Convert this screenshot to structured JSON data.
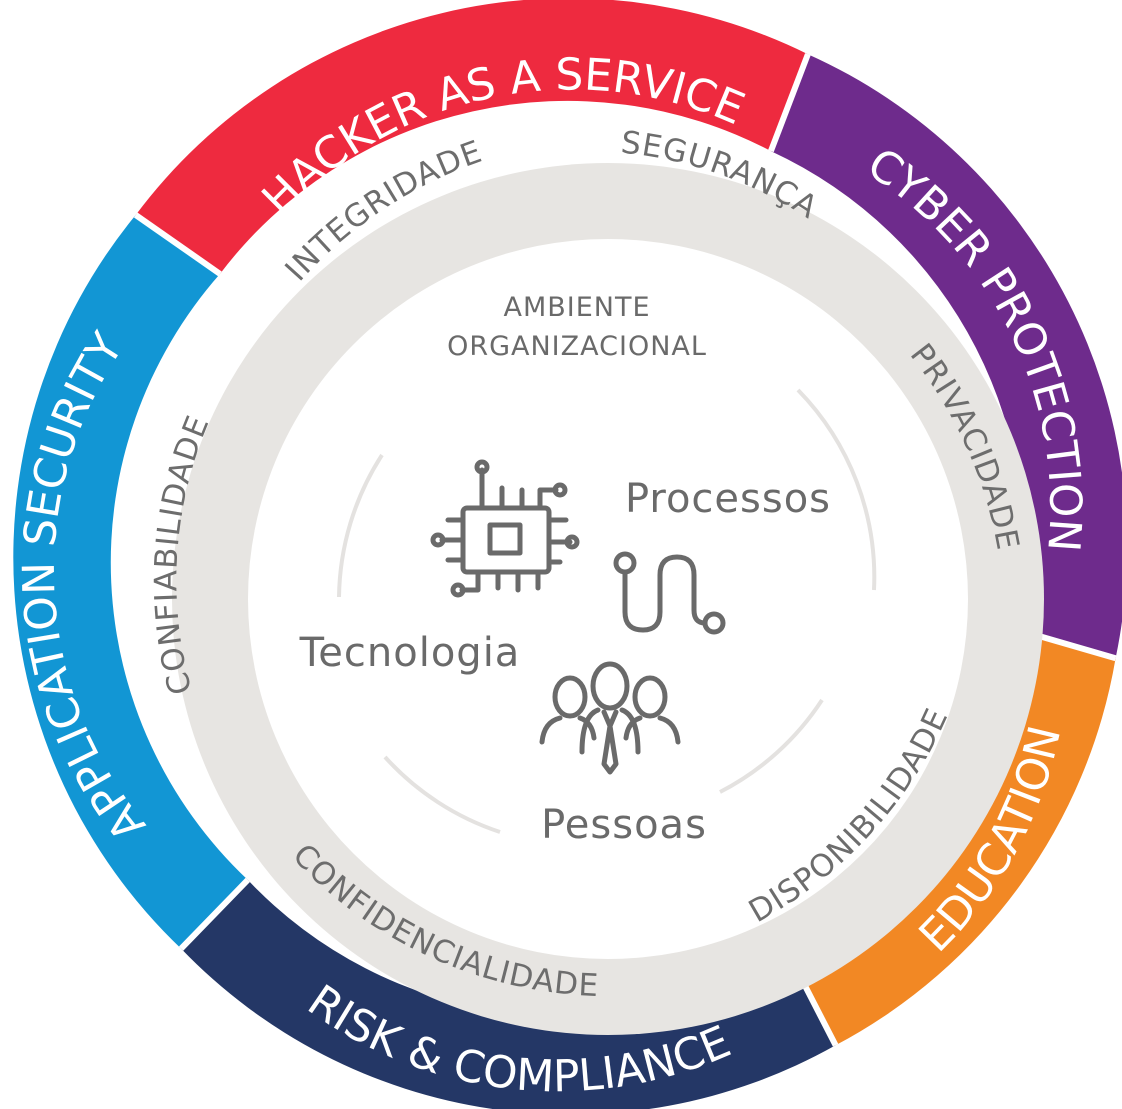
{
  "outer_ring": [
    {
      "label": "HACKER AS A SERVICE",
      "color": "#ee2a3f"
    },
    {
      "label": "CYBER PROTECTION",
      "color": "#6e2b8c"
    },
    {
      "label": "EDUCATION",
      "color": "#f28824"
    },
    {
      "label": "RISK & COMPLIANCE",
      "color": "#243766"
    },
    {
      "label": "APPLICATION SECURITY",
      "color": "#1296d4"
    }
  ],
  "inner_ring": {
    "color": "#e7e5e2",
    "labels": [
      "SEGURANÇA",
      "PRIVACIDADE",
      "DISPONIBILIDADE",
      "CONFIDENCIALIDADE",
      "CONFIABILIDADE",
      "INTEGRIDADE"
    ]
  },
  "center": {
    "title_line1": "AMBIENTE",
    "title_line2": "ORGANIZACIONAL",
    "items": [
      {
        "label": "Processos",
        "icon": "path-icon"
      },
      {
        "label": "Tecnologia",
        "icon": "chip-icon"
      },
      {
        "label": "Pessoas",
        "icon": "people-icon"
      }
    ]
  }
}
